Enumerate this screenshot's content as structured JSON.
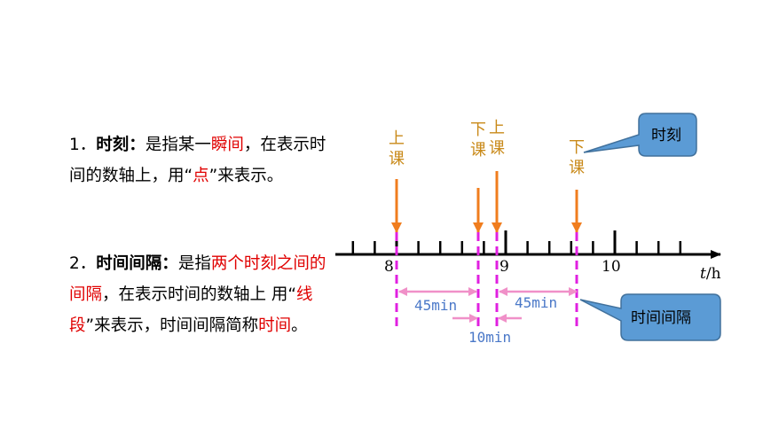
{
  "definitions": [
    {
      "number": "1．",
      "term": "时刻",
      "colon": "：",
      "parts": [
        {
          "text": "是指某一",
          "red": false
        },
        {
          "text": "瞬间",
          "red": true
        },
        {
          "text": "，在表示时间的数轴上，用“",
          "red": false
        },
        {
          "text": "点",
          "red": true
        },
        {
          "text": "”来表示。",
          "red": false
        }
      ]
    },
    {
      "number": "2．",
      "term": "时间间隔",
      "colon": "：",
      "parts": [
        {
          "text": "是指",
          "red": false
        },
        {
          "text": "两个时刻之间的间隔",
          "red": true
        },
        {
          "text": "，在表示时间的数轴上 用“",
          "red": false
        },
        {
          "text": "线段",
          "red": true
        },
        {
          "text": "”来表示，时间间隔简称",
          "red": false
        },
        {
          "text": "时间",
          "red": true
        },
        {
          "text": "。",
          "red": false
        }
      ]
    }
  ],
  "axis": {
    "ticks": [
      "8",
      "9",
      "10"
    ],
    "unit_label_italic": "t",
    "unit_label_rest": "/h"
  },
  "events": [
    {
      "label": [
        "上",
        "课"
      ],
      "time": 8.0
    },
    {
      "label": [
        "下",
        "课"
      ],
      "time": 8.75
    },
    {
      "label": [
        "上",
        "课"
      ],
      "time": 8.9167
    },
    {
      "label": [
        "下",
        "课"
      ],
      "time": 9.6667
    }
  ],
  "intervals": [
    "45min",
    "10min",
    "45min"
  ],
  "callouts": {
    "moment": "时刻",
    "interval": "时间间隔"
  },
  "colors": {
    "red": "#e00000",
    "orange_text": "#c98a1a",
    "arrow": "#f07d1e",
    "magenta_dash": "#e020e0",
    "pink_arrow": "#f090c8",
    "interval_text": "#4a78c8",
    "callout_fill": "#5b9bd5",
    "callout_stroke": "#41719c"
  }
}
